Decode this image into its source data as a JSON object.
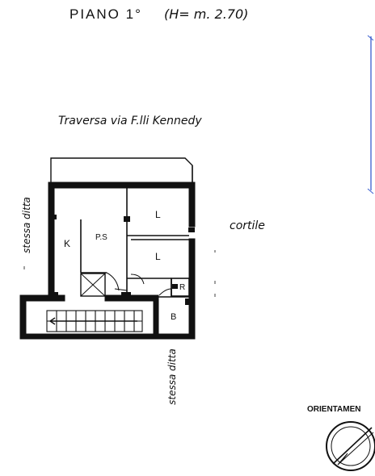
{
  "header": {
    "floor_label": "PIANO 1°",
    "height_note": "(H= m. 2.70)"
  },
  "streets": {
    "top": "Traversa via F.lli Kennedy",
    "left": "stessa ditta",
    "bottom": "stessa ditta",
    "right": "cortile"
  },
  "rooms": {
    "k": "K",
    "ps": "P.S",
    "l_top": "L",
    "l_bottom": "L",
    "r": "R",
    "b": "B"
  },
  "orientation": {
    "label": "ORIENTAMEN"
  },
  "colors": {
    "ink": "#111111",
    "margin_line": "#3a5fd0"
  }
}
